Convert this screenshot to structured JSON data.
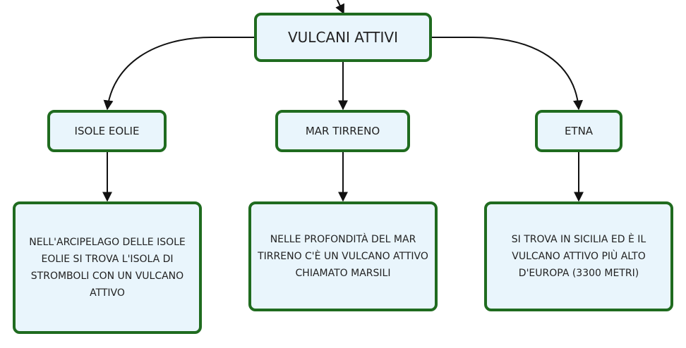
{
  "diagram": {
    "root": {
      "label": "VULCANI ATTIVI"
    },
    "branches": [
      {
        "label": "ISOLE EOLIE",
        "detail": "NELL'ARCIPELAGO DELLE ISOLE EOLIE SI TROVA L'ISOLA DI STROMBOLI CON UN VULCANO ATTIVO"
      },
      {
        "label": "MAR TIRRENO",
        "detail": "NELLE PROFONDITÀ DEL MAR TIRRENO C'È UN VULCANO ATTIVO CHIAMATO MARSILI"
      },
      {
        "label": "ETNA",
        "detail": "SI TROVA IN SICILIA ED È IL VULCANO ATTIVO PIÙ ALTO D'EUROPA (3300 METRI)"
      }
    ]
  },
  "colors": {
    "node_fill": "#e9f5fc",
    "node_border": "#1f6b1f",
    "edge": "#111111",
    "text": "#222222"
  }
}
